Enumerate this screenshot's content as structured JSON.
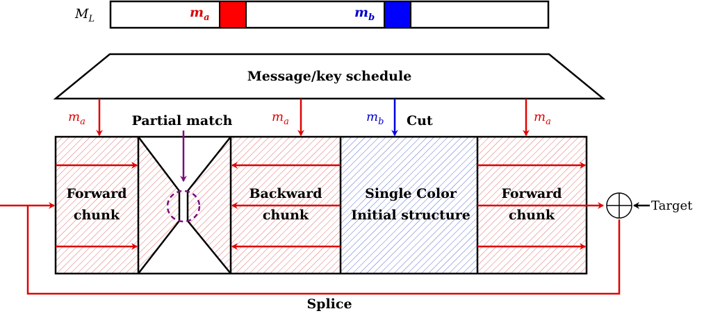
{
  "message_bar": {
    "label_main": "M",
    "label_sub": "L",
    "ma_main": "m",
    "ma_sub": "a",
    "mb_main": "m",
    "mb_sub": "b"
  },
  "schedule_label": "Message/key schedule",
  "arrow_labels": {
    "ma_main": "m",
    "ma_sub": "a",
    "mb_main": "m",
    "mb_sub": "b"
  },
  "partial_match_label": "Partial match",
  "cut_label": "Cut",
  "chunks": {
    "forward_left": [
      "Forward",
      "chunk"
    ],
    "backward": [
      "Backward",
      "chunk"
    ],
    "initial_structure": [
      "Single Color",
      "Initial structure"
    ],
    "forward_right": [
      "Forward",
      "chunk"
    ]
  },
  "xor_symbol": "⊕",
  "target_label": "Target",
  "splice_label": "Splice",
  "colors": {
    "forward": "#e00000",
    "backward_hatch": "#e66",
    "cut": "#0000dd",
    "initial_hatch": "#4a5ec8",
    "partial_match": "#7a0e7a",
    "ma_block": "#ff0000",
    "mb_block": "#0000ff",
    "outline": "#000000"
  }
}
